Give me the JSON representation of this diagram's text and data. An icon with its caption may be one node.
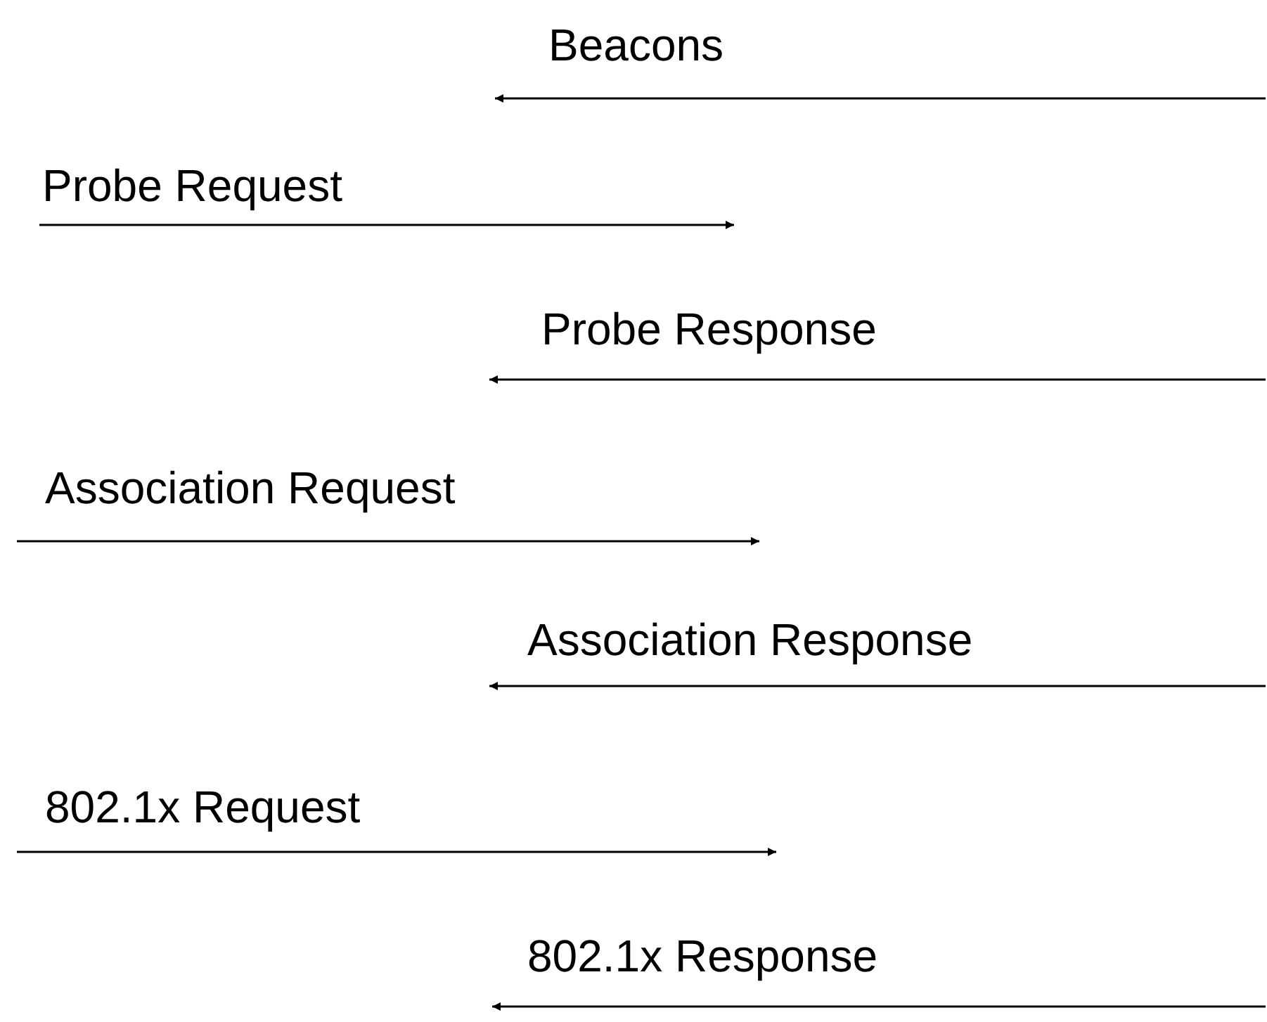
{
  "diagram": {
    "labels": [
      "Beacons",
      "Probe Request",
      "Probe Response",
      "Association Request",
      "Association Response",
      "802.1x Request",
      "802.1x Response"
    ]
  }
}
